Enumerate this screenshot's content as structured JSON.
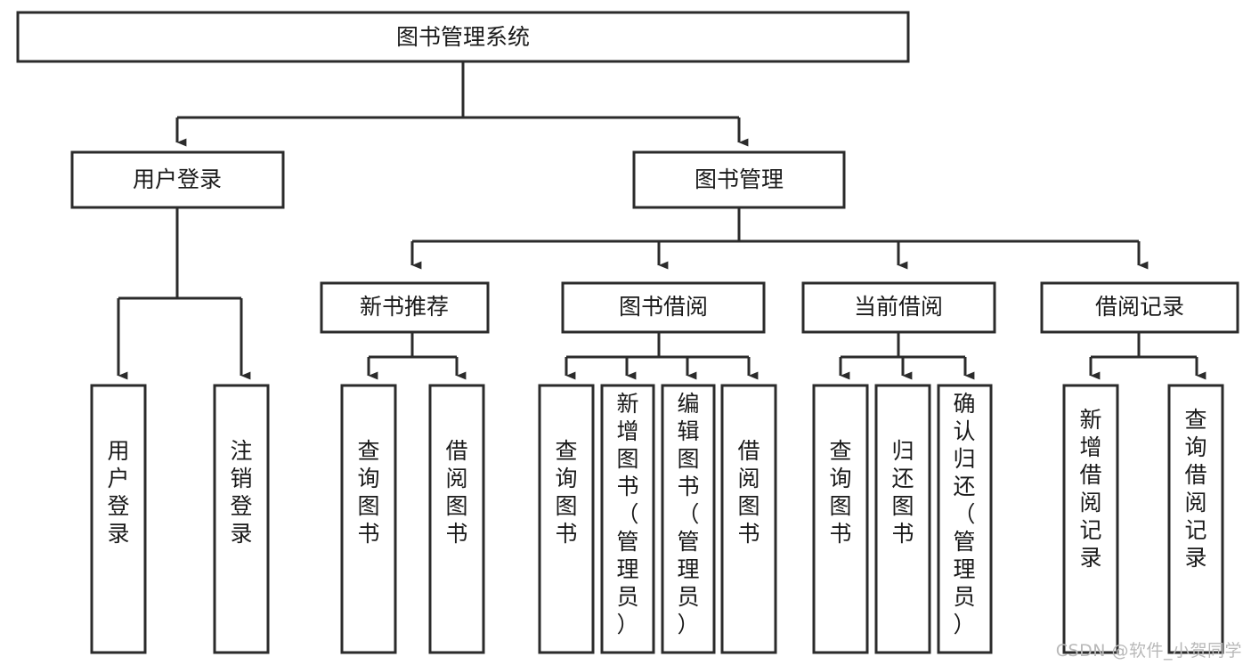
{
  "diagram": {
    "title": "图书管理系统",
    "type": "hierarchy-tree",
    "root": {
      "id": "root",
      "label": "图书管理系统"
    },
    "level2": [
      {
        "id": "user-login",
        "label": "用户登录"
      },
      {
        "id": "book-manage",
        "label": "图书管理"
      }
    ],
    "level3": [
      {
        "id": "new-book-rec",
        "label": "新书推荐",
        "parent": "book-manage"
      },
      {
        "id": "book-borrow",
        "label": "图书借阅",
        "parent": "book-manage"
      },
      {
        "id": "current-borrow",
        "label": "当前借阅",
        "parent": "book-manage"
      },
      {
        "id": "borrow-record",
        "label": "借阅记录",
        "parent": "book-manage"
      }
    ],
    "leaves": [
      {
        "id": "leaf-user-login",
        "label": "用户登录",
        "parent": "user-login"
      },
      {
        "id": "leaf-logout",
        "label": "注销登录",
        "parent": "user-login"
      },
      {
        "id": "leaf-query-book-1",
        "label": "查询图书",
        "parent": "new-book-rec"
      },
      {
        "id": "leaf-borrow-book-1",
        "label": "借阅图书",
        "parent": "new-book-rec"
      },
      {
        "id": "leaf-query-book-2",
        "label": "查询图书",
        "parent": "book-borrow"
      },
      {
        "id": "leaf-add-book",
        "label": "新增图书（管理员）",
        "parent": "book-borrow"
      },
      {
        "id": "leaf-edit-book",
        "label": "编辑图书（管理员）",
        "parent": "book-borrow"
      },
      {
        "id": "leaf-borrow-book-2",
        "label": "借阅图书",
        "parent": "book-borrow"
      },
      {
        "id": "leaf-query-book-3",
        "label": "查询图书",
        "parent": "current-borrow"
      },
      {
        "id": "leaf-return-book",
        "label": "归还图书",
        "parent": "current-borrow"
      },
      {
        "id": "leaf-confirm-return",
        "label": "确认归还（管理员）",
        "parent": "current-borrow"
      },
      {
        "id": "leaf-add-record",
        "label": "新增借阅记录",
        "parent": "borrow-record"
      },
      {
        "id": "leaf-query-record",
        "label": "查询借阅记录",
        "parent": "borrow-record"
      }
    ],
    "colors": {
      "stroke": "#2b2b2b",
      "fill": "#ffffff",
      "text": "#1a1a1a",
      "watermark": "#b9b9b9"
    }
  },
  "watermark": {
    "text": "CSDN @软件_小贺同学"
  }
}
